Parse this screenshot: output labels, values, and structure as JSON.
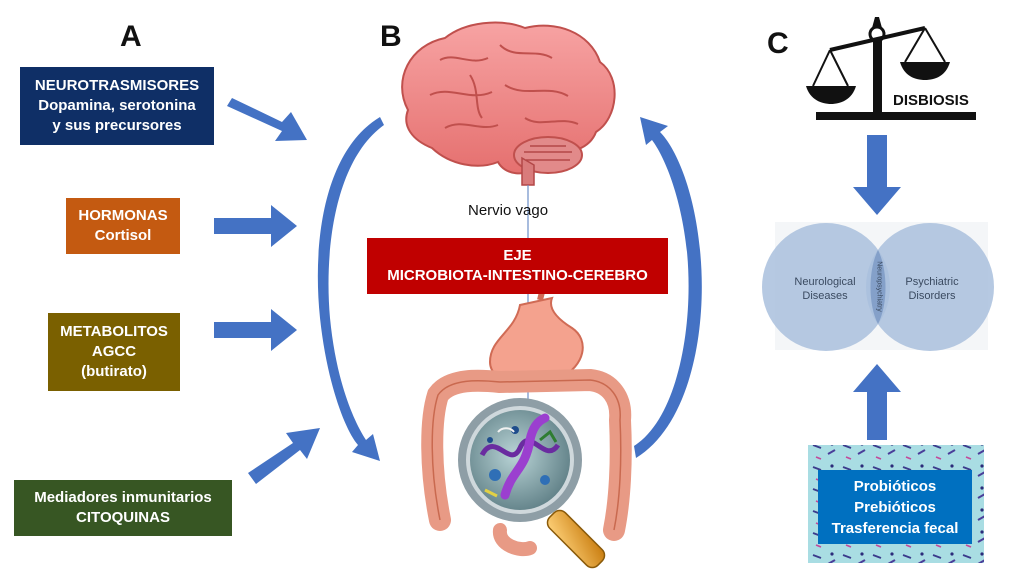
{
  "sections": {
    "a": "A",
    "b": "B",
    "c": "C"
  },
  "panel_a": {
    "neurotransmitters": {
      "lines": [
        "NEUROTRASMISORES",
        "Dopamina, serotonina",
        "y sus precursores"
      ],
      "color": "#0f2f66"
    },
    "hormones": {
      "lines": [
        "HORMONAS",
        "Cortisol"
      ],
      "color": "#c45a11"
    },
    "metabolites": {
      "lines": [
        "METABOLITOS",
        "AGCC",
        "(butirato)"
      ],
      "color": "#7a6000"
    },
    "immune": {
      "lines": [
        "Mediadores inmunitarios",
        "CITOQUINAS"
      ],
      "color": "#375623"
    }
  },
  "panel_b": {
    "vagus_label": "Nervio vago",
    "axis_title": {
      "lines": [
        "EJE",
        "MICROBIOTA-INTESTINO-CEREBRO"
      ],
      "color": "#c00000"
    }
  },
  "panel_c": {
    "scale_label": "DISBIOSIS",
    "venn": {
      "left": [
        "Neurological",
        "Diseases"
      ],
      "right": [
        "Psychiatric",
        "Disorders"
      ],
      "overlap": "Neuropsychiatry"
    },
    "treatments": [
      "Probióticos",
      "Prebióticos",
      "Trasferencia fecal"
    ],
    "treatment_color": "#0070c0"
  },
  "arrow_color": "#4472c4"
}
